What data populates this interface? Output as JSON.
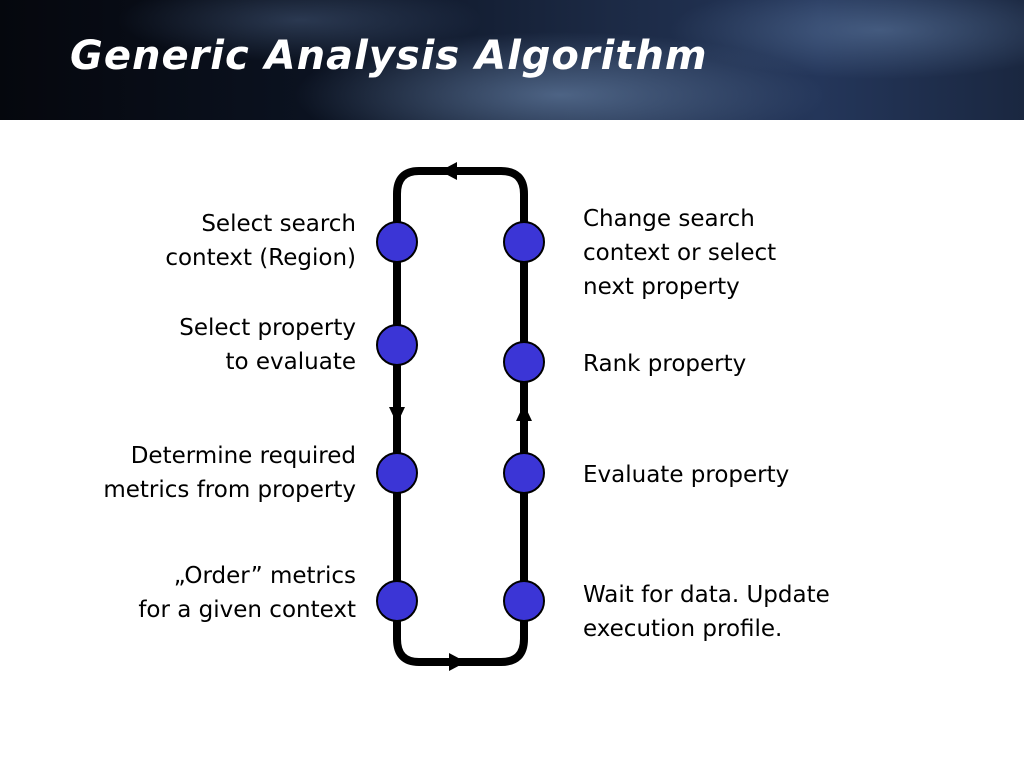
{
  "title": "Generic Analysis Algorithm",
  "colors": {
    "node_fill": "#3b35d6",
    "loop_stroke": "#000000",
    "title_text": "#ffffff"
  },
  "left_steps": [
    {
      "label": "Select search\ncontext (Region)"
    },
    {
      "label": "Select property\nto evaluate"
    },
    {
      "label": "Determine required\nmetrics from property"
    },
    {
      "label": "„Order” metrics\nfor a given context"
    }
  ],
  "right_steps": [
    {
      "label": "Change search\ncontext or select\nnext property"
    },
    {
      "label": "Rank property"
    },
    {
      "label": "Evaluate property"
    },
    {
      "label": "Wait for data. Update\nexecution profile."
    }
  ]
}
